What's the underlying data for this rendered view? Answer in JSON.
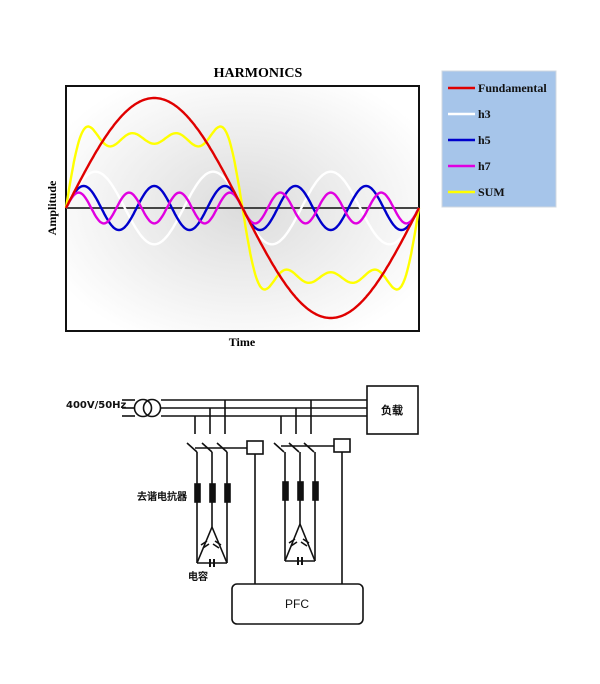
{
  "chart_data": {
    "type": "line",
    "title": "HARMONICS",
    "xlabel": "Time",
    "ylabel": "Amplitude",
    "grid": false,
    "legend_position": "right",
    "x_range": [
      0,
      360
    ],
    "y_range": [
      -1.1,
      1.1
    ],
    "series": [
      {
        "name": "Fundamental",
        "color": "#e00000",
        "harmonic": 1,
        "amplitude": 1.0
      },
      {
        "name": "h3",
        "color": "#ffffff",
        "harmonic": 3,
        "amplitude": 0.33
      },
      {
        "name": "h5",
        "color": "#0000cc",
        "harmonic": 5,
        "amplitude": 0.2
      },
      {
        "name": "h7",
        "color": "#e000e0",
        "harmonic": 7,
        "amplitude": 0.14
      },
      {
        "name": "SUM",
        "color": "#ffff00",
        "harmonic": 0,
        "amplitude": 0.8
      }
    ]
  },
  "legend": {
    "background": "#a6c5ea",
    "items": [
      "Fundamental",
      "h3",
      "h5",
      "h7",
      "SUM"
    ]
  },
  "diagram": {
    "source_label": "400V/50Hz",
    "load_label": "负载",
    "reactor_label": "去谐电抗器",
    "capacitor_label": "电容",
    "controller_label": "PFC"
  }
}
